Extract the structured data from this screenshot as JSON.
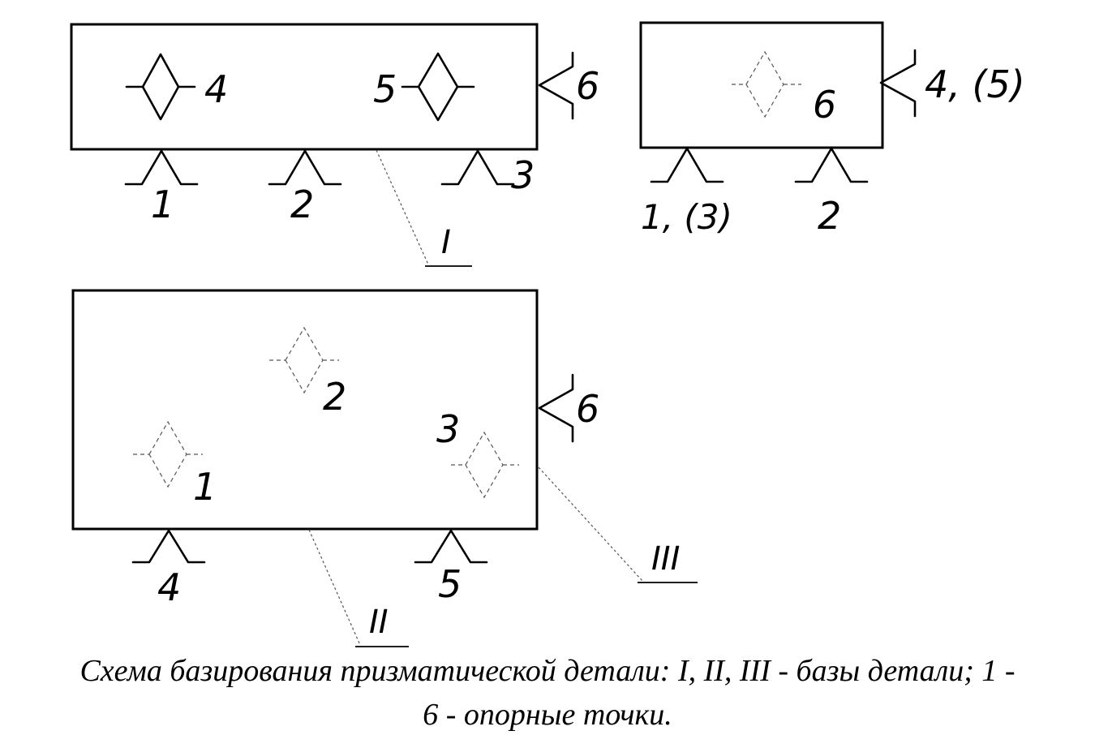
{
  "points": {
    "top_left": {
      "front": "4",
      "middle": "5",
      "side": "6",
      "bottom": [
        "1",
        "2",
        "3"
      ]
    },
    "top_right": {
      "side": "4, (5)",
      "hidden": "6",
      "bottom": [
        "1, (3)",
        "2"
      ]
    },
    "bottom": {
      "hidden": [
        "2",
        "1",
        "3"
      ],
      "side": "6",
      "bottom": [
        "4",
        "5"
      ]
    }
  },
  "bases": {
    "I": "I",
    "II": "II",
    "III": "III"
  },
  "caption": {
    "line1": "Схема базирования призматической детали: I, II, III - базы детали; 1 -",
    "line2": "6 - опорные точки."
  }
}
